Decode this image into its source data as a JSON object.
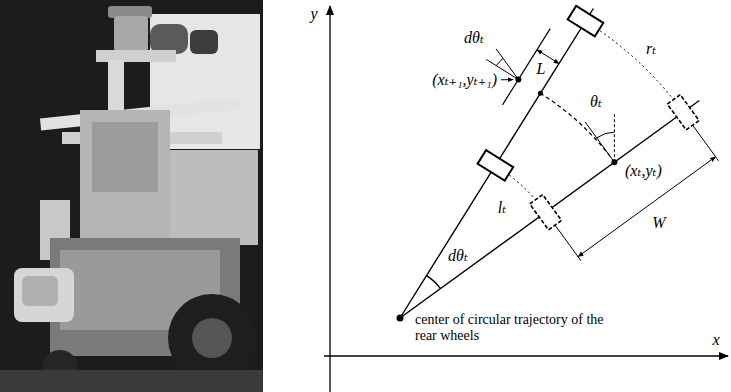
{
  "diagram": {
    "labels": [
      "y",
      "dθₜ",
      "L",
      "(xₜ₊₁,yₜ₊₁)",
      "rₜ",
      "θₜ",
      "(xₜ,yₜ)",
      "lₜ",
      "W",
      "dθₜ",
      "center of circular trajectory of the rear wheels",
      "x"
    ]
  }
}
